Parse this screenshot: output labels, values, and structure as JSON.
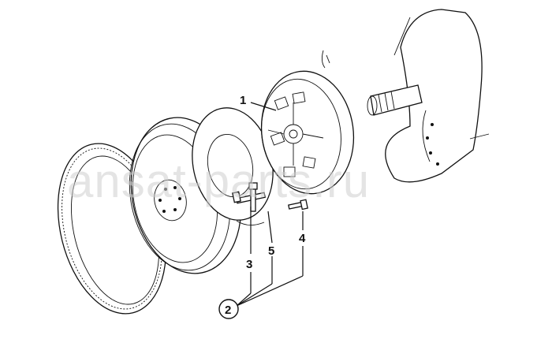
{
  "watermark": "ansat-parts.ru",
  "callouts": {
    "c1": "1",
    "c2": "2",
    "c3": "3",
    "c4": "4",
    "c5": "5"
  }
}
